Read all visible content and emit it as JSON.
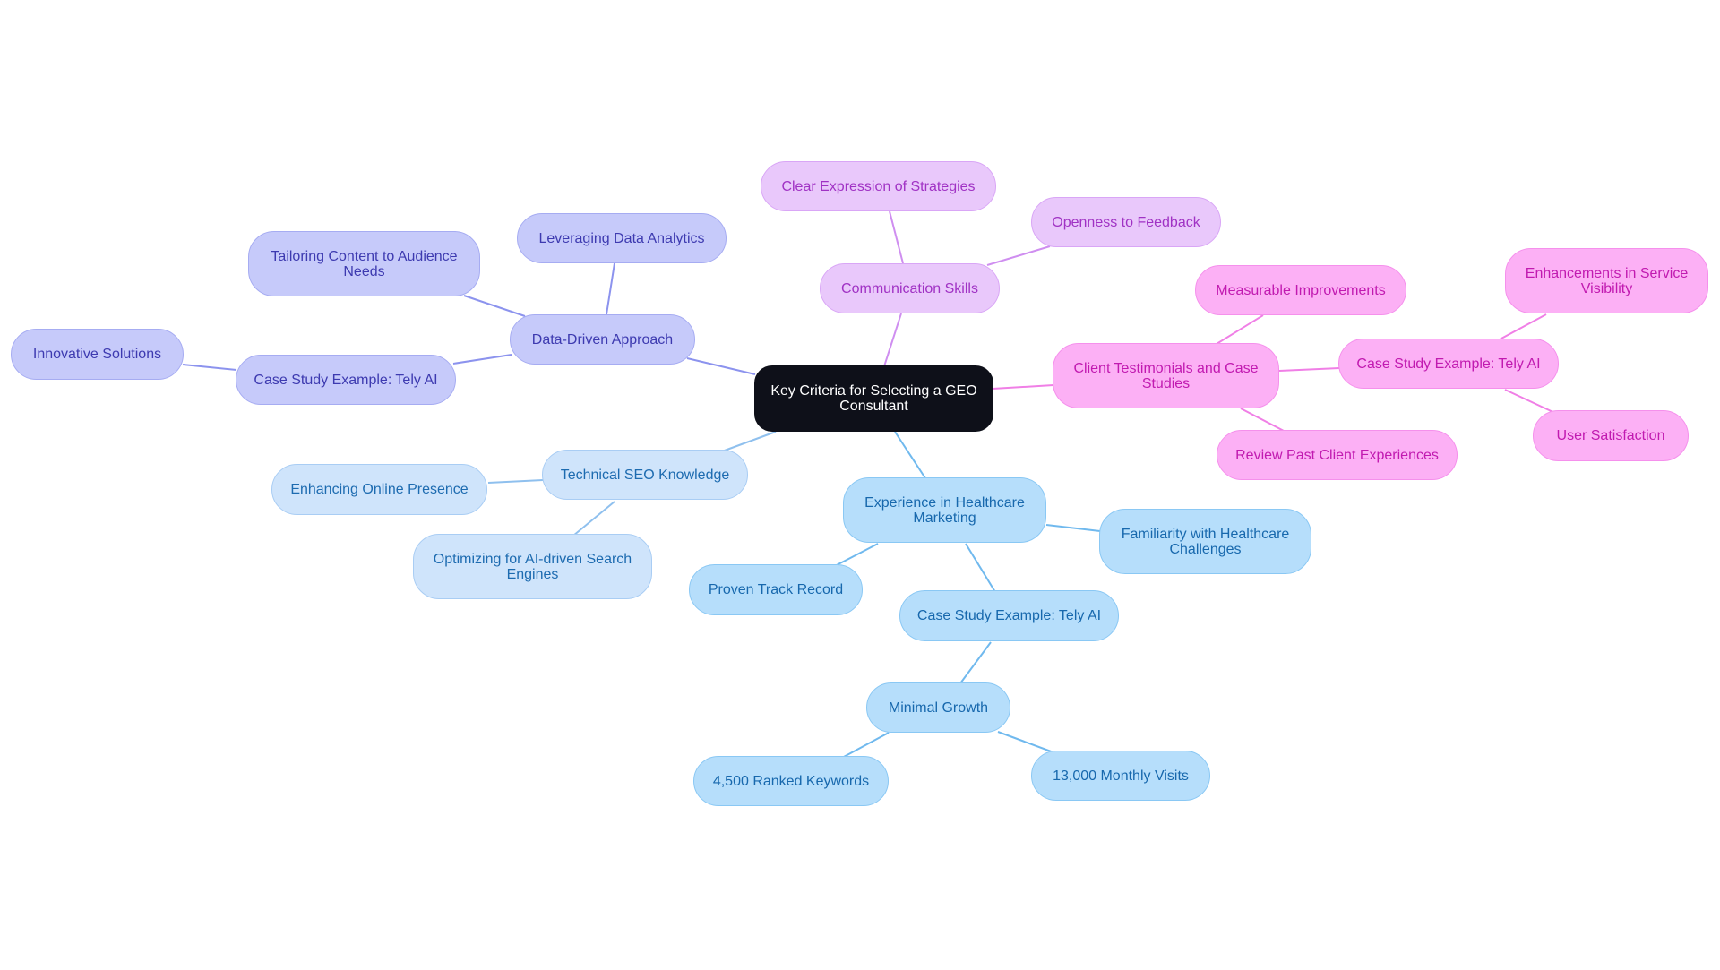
{
  "diagram": {
    "type": "mind-map",
    "root": "Key Criteria for Selecting a GEO Consultant",
    "branches": {
      "data_driven": {
        "label": "Data-Driven Approach",
        "children": {
          "leveraging": "Leveraging Data Analytics",
          "tailoring": "Tailoring Content to Audience Needs",
          "case_study": "Case Study Example: Tely AI",
          "innovative": "Innovative Solutions"
        }
      },
      "communication": {
        "label": "Communication Skills",
        "children": {
          "clear": "Clear Expression of Strategies",
          "openness": "Openness to Feedback"
        }
      },
      "testimonials": {
        "label": "Client Testimonials and Case Studies",
        "children": {
          "measurable": "Measurable Improvements",
          "review": "Review Past Client Experiences",
          "case_study": "Case Study Example: Tely AI",
          "enhancements": "Enhancements in Service Visibility",
          "satisfaction": "User Satisfaction"
        }
      },
      "technical": {
        "label": "Technical SEO Knowledge",
        "children": {
          "enhancing": "Enhancing Online Presence",
          "optimizing": "Optimizing for AI-driven Search Engines"
        }
      },
      "healthcare": {
        "label": "Experience in Healthcare Marketing",
        "children": {
          "proven": "Proven Track Record",
          "familiarity": "Familiarity with Healthcare Challenges",
          "case_study": "Case Study Example: Tely AI",
          "minimal_growth": "Minimal Growth",
          "keywords": "4,500 Ranked Keywords",
          "visits": "13,000 Monthly Visits"
        }
      }
    },
    "colors": {
      "root": "#0e1019",
      "data_driven": "#c6cafa",
      "communication": "#e9c8fb",
      "testimonials": "#fcb0f5",
      "healthcare": "#b6defb",
      "technical": "#cfe4fb"
    }
  }
}
